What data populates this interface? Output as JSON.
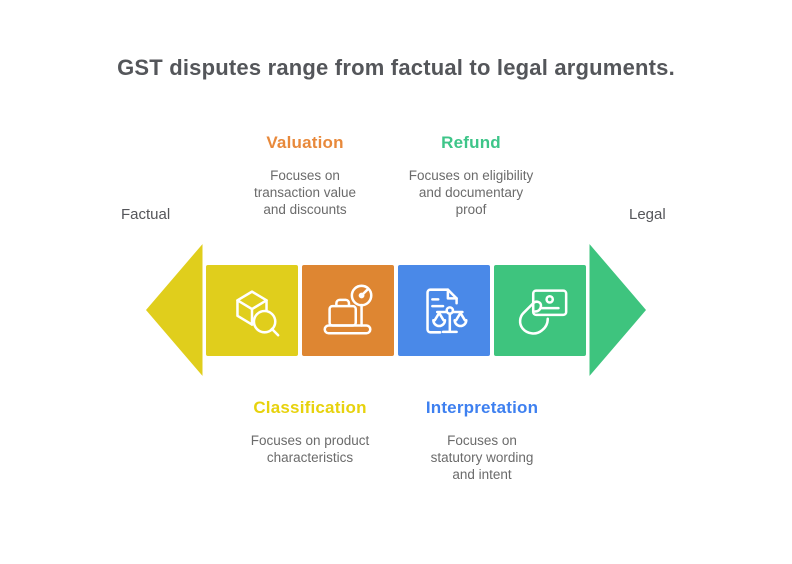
{
  "title": {
    "text": "GST disputes range from factual to legal arguments."
  },
  "axis": {
    "left_label": "Factual",
    "right_label": "Legal"
  },
  "colors": {
    "title_text": "#54565a",
    "body_text": "#6b6b6b",
    "axis_text": "#55565a",
    "left_arrow": "#e0ce1c",
    "right_arrow": "#3ec47e"
  },
  "stages": [
    {
      "name": "Classification",
      "icon": "cube-magnifier-icon",
      "box_color": "#e0ce1c",
      "heading_color": "#e7d20d",
      "description": "Focuses on product\ncharacteristics",
      "callout_position": "below"
    },
    {
      "name": "Valuation",
      "icon": "scale-luggage-icon",
      "box_color": "#de8632",
      "heading_color": "#e8893b",
      "description": "Focuses on\ntransaction value\nand discounts",
      "callout_position": "above"
    },
    {
      "name": "Interpretation",
      "icon": "document-balance-icon",
      "box_color": "#4a89e8",
      "heading_color": "#3e80f0",
      "description": "Focuses on\nstatutory wording\nand intent",
      "callout_position": "below"
    },
    {
      "name": "Refund",
      "icon": "hand-card-icon",
      "box_color": "#3ec47e",
      "heading_color": "#3ec589",
      "description": "Focuses on eligibility\nand documentary\nproof",
      "callout_position": "above"
    }
  ]
}
